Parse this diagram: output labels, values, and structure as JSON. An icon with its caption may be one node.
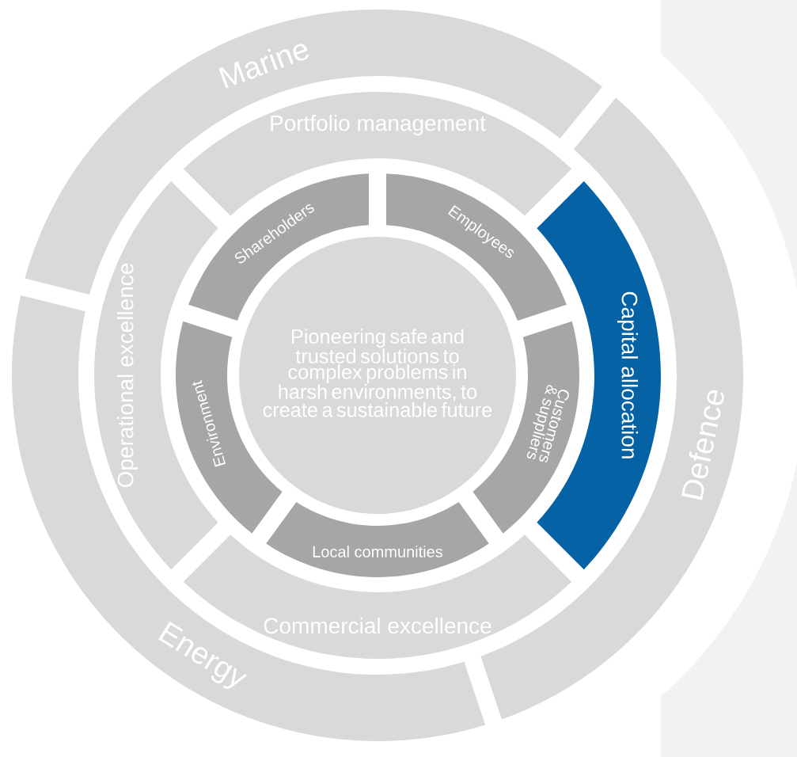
{
  "diagram": {
    "nodes": [
      {
        "text": [
          "Marine"
        ]
      },
      {
        "text": [
          "Defence"
        ]
      },
      {
        "text": [
          "Energy"
        ]
      },
      {
        "text": [
          "Portfolio management"
        ]
      },
      {
        "text": [
          "Operational excellence"
        ]
      },
      {
        "text": [
          "Capital allocation"
        ]
      },
      {
        "text": [
          "Commercial excellence"
        ]
      },
      {
        "text": [
          "Shareholders"
        ]
      },
      {
        "text": [
          "Employees"
        ]
      },
      {
        "text": [
          "Environment"
        ]
      },
      {
        "text": [
          "Customers & suppliers"
        ]
      },
      {
        "text": [
          "Local communities"
        ]
      },
      {
        "text": [
          "Pioneering safe and trusted solutions to complex problems in harsh environments, to create a sustainable future"
        ]
      }
    ]
  }
}
